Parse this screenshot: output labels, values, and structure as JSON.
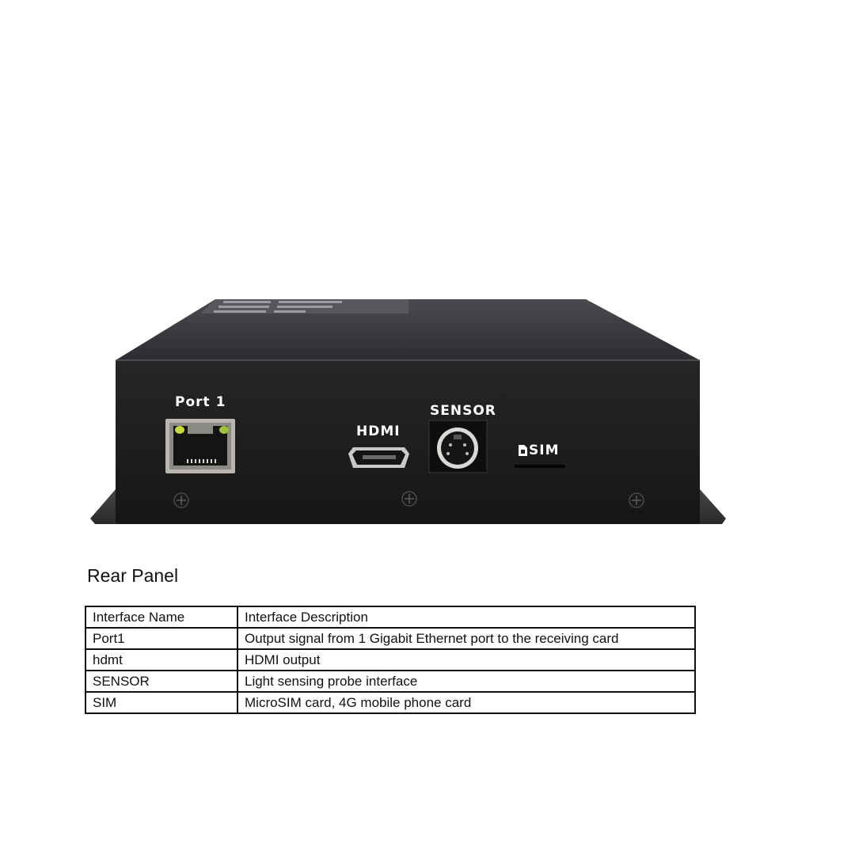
{
  "device": {
    "labels": {
      "port1": "Port 1",
      "hdmi": "HDMI",
      "sensor": "SENSOR",
      "sim": "SIM"
    },
    "colors": {
      "chassis_front": "#1c1c1e",
      "chassis_top": "#3a3b3e",
      "led": "#c8d93a"
    }
  },
  "section": {
    "title": "Rear Panel"
  },
  "table": {
    "headers": [
      "Interface Name",
      "Interface Description"
    ],
    "rows": [
      {
        "name": "Port1",
        "description": "Output signal from 1 Gigabit Ethernet port to the receiving card"
      },
      {
        "name": "hdmt",
        "description": "HDMI output"
      },
      {
        "name": "SENSOR",
        "description": "Light sensing probe interface"
      },
      {
        "name": "SIM",
        "description": "MicroSIM card, 4G mobile phone card"
      }
    ]
  }
}
